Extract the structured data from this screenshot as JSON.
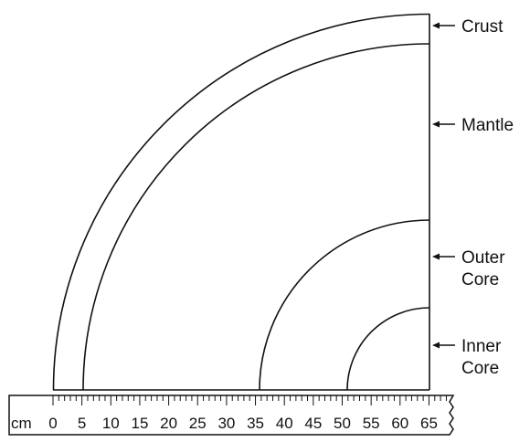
{
  "layers": [
    {
      "id": "crust",
      "lines": [
        "Crust"
      ]
    },
    {
      "id": "mantle",
      "lines": [
        "Mantle"
      ]
    },
    {
      "id": "outer-core",
      "lines": [
        "Outer",
        "Core"
      ]
    },
    {
      "id": "inner-core",
      "lines": [
        "Inner",
        "Core"
      ]
    }
  ],
  "ruler": {
    "unit": "cm",
    "labels": [
      "0",
      "5",
      "10",
      "15",
      "20",
      "25",
      "30",
      "35",
      "40",
      "45",
      "50",
      "55",
      "60",
      "65"
    ]
  }
}
